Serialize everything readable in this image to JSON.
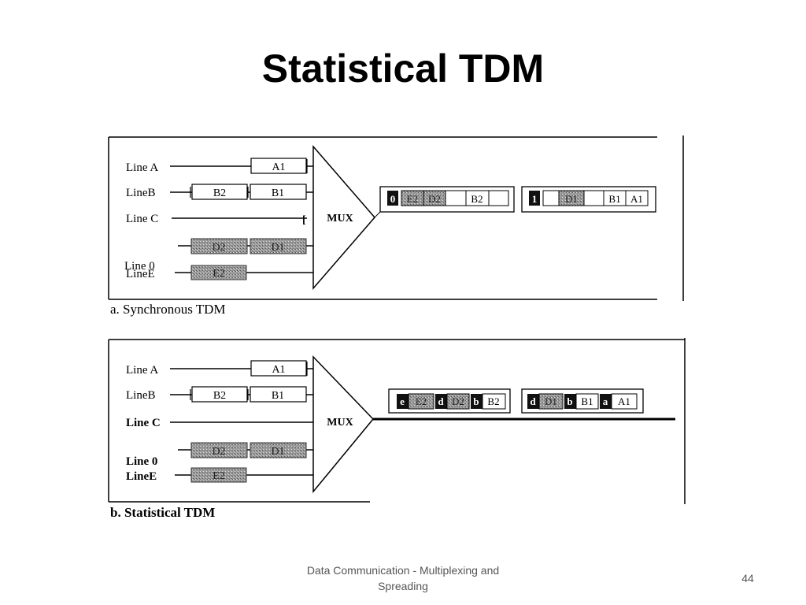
{
  "slide": {
    "title": "Statistical TDM",
    "footer": "Data Communication - Multiplexing and Spreading",
    "page_number": "44"
  },
  "panel_a": {
    "caption": "a. Synchronous TDM",
    "lines": [
      "Line A",
      "LineB",
      "Line C",
      "Line 0",
      "LineE"
    ],
    "line_a_blocks": [
      "A1"
    ],
    "line_b_blocks": [
      "B2",
      "B1"
    ],
    "line_d_blocks": [
      "D2",
      "D1"
    ],
    "line_e_blocks": [
      "E2"
    ],
    "mux_label": "MUX",
    "frame_1": [
      "0",
      "E2",
      "D2",
      "",
      "B2",
      ""
    ],
    "frame_2": [
      "1",
      "",
      "D1",
      "",
      "B1",
      "A1"
    ]
  },
  "panel_b": {
    "caption": "b. Statistical TDM",
    "lines": [
      "Line A",
      "LineB",
      "Line C",
      "Line 0",
      "LineE"
    ],
    "line_a_blocks": [
      "A1"
    ],
    "line_b_blocks": [
      "B2",
      "B1"
    ],
    "line_d_blocks": [
      "D2",
      "D1"
    ],
    "line_e_blocks": [
      "E2"
    ],
    "mux_label": "MUX",
    "frame_1": [
      "e",
      "E2",
      "d",
      "D2",
      "b",
      "B2"
    ],
    "frame_2": [
      "d",
      "D1",
      "b",
      "B1",
      "a",
      "A1"
    ]
  }
}
